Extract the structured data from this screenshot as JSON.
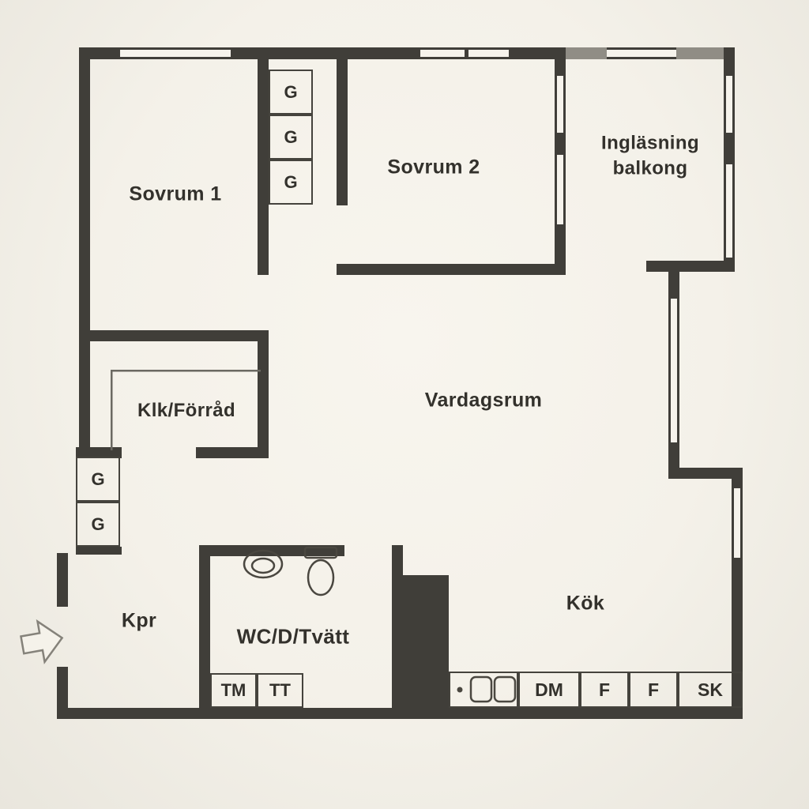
{
  "colors": {
    "wall": "#403e39",
    "wall_light": "#908d85",
    "background": "#f6f3ec",
    "text": "#33312c",
    "thin_line": "#4a4740"
  },
  "rooms": {
    "sovrum1": "Sovrum 1",
    "sovrum2": "Sovrum 2",
    "balkong_line1": "Ingläsning",
    "balkong_line2": "balkong",
    "vardagsrum": "Vardagsrum",
    "klk": "Klk/Förråd",
    "kpr": "Kpr",
    "wc": "WC/D/Tvätt",
    "kok": "Kök"
  },
  "closets": {
    "top": [
      "G",
      "G",
      "G"
    ],
    "left": [
      "G",
      "G"
    ]
  },
  "laundry": [
    "TM",
    "TT"
  ],
  "kitchen": [
    "DM",
    "F",
    "F",
    "SK"
  ]
}
